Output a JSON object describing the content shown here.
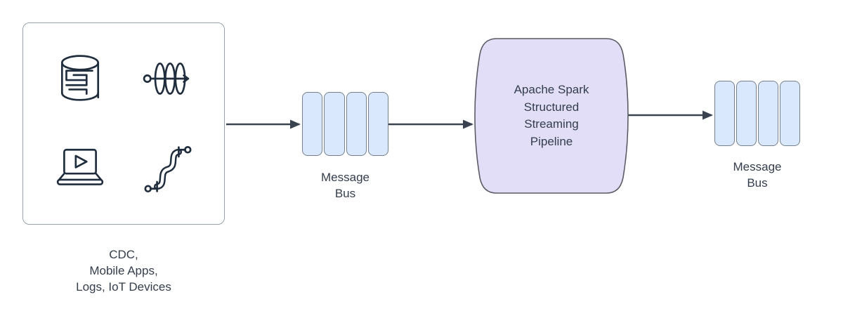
{
  "diagram": {
    "background_color": "#ffffff",
    "arrow_color": "#39424e",
    "text_color": "#343d4c",
    "nodes": {
      "sources": {
        "label_lines": [
          "CDC,",
          "Mobile Apps,",
          "Logs, IoT Devices"
        ],
        "fill": "#ffffff",
        "stroke": "#9aa1a9",
        "icons": [
          "database-icon",
          "event-stream-icon",
          "laptop-play-icon",
          "pipeline-connector-icon"
        ],
        "icon_color": "#1f2d3d"
      },
      "message_bus_left": {
        "label_lines": [
          "Message",
          "Bus"
        ],
        "bar_count": 4,
        "fill": "#d9e8fd",
        "stroke": "#76808c"
      },
      "spark_pipeline": {
        "label_lines": [
          "Apache Spark",
          "Structured",
          "Streaming",
          "Pipeline"
        ],
        "fill": "#e2def7",
        "stroke": "#585b63"
      },
      "message_bus_right": {
        "label_lines": [
          "Message",
          "Bus"
        ],
        "bar_count": 4,
        "fill": "#d9e8fd",
        "stroke": "#76808c"
      }
    },
    "edges": [
      {
        "from": "sources",
        "to": "message_bus_left"
      },
      {
        "from": "message_bus_left",
        "to": "spark_pipeline"
      },
      {
        "from": "spark_pipeline",
        "to": "message_bus_right"
      }
    ]
  }
}
